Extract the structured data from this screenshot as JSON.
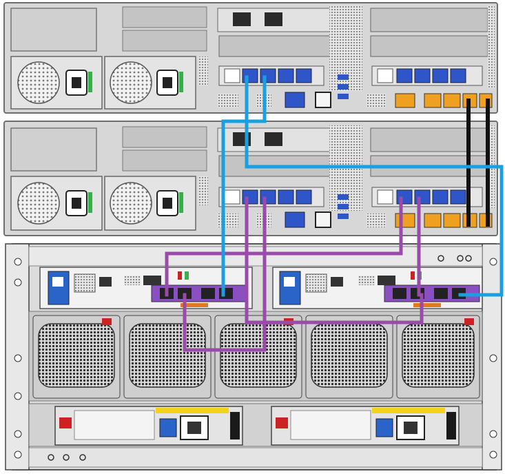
{
  "colors": {
    "chassis": "#d7d7d7",
    "chassis_edge": "#6e6e6e",
    "blank_panel": "#c8c8c8",
    "pcie_blue": "#2e56c8",
    "psu_green": "#35b34a",
    "port_orange": "#f0a020",
    "cable_blue": "#1aa0e0",
    "cable_purple": "#9a4aa8",
    "cable_black": "#111111",
    "controller_blue": "#2a64c8",
    "sas_purple": "#8a4fc0",
    "alert_red": "#cc2222",
    "fan_dark": "#3a3a3a",
    "label_yellow": "#f2d21a"
  },
  "devices": [
    {
      "name": "server-node-top",
      "type": "2U server",
      "psu_count": 2,
      "pcie_ports_per_card": 4
    },
    {
      "name": "server-node-bottom",
      "type": "2U server",
      "psu_count": 2,
      "pcie_ports_per_card": 4
    },
    {
      "name": "storage-enclosure",
      "type": "disk shelf",
      "controllers": 2,
      "fans": 5,
      "psus": 2
    }
  ],
  "cables": [
    {
      "name": "blue-cable-top-to-controller-a",
      "color": "blue"
    },
    {
      "name": "blue-cable-top-to-controller-b",
      "color": "blue"
    },
    {
      "name": "purple-cable-bottom-to-controller-a-1",
      "color": "purple"
    },
    {
      "name": "purple-cable-bottom-to-controller-a-2",
      "color": "purple"
    },
    {
      "name": "purple-cable-bottom-to-controller-b-1",
      "color": "purple"
    },
    {
      "name": "purple-cable-bottom-to-controller-b-2",
      "color": "purple"
    },
    {
      "name": "black-interconnect-1",
      "color": "black"
    },
    {
      "name": "black-interconnect-2",
      "color": "black"
    }
  ]
}
